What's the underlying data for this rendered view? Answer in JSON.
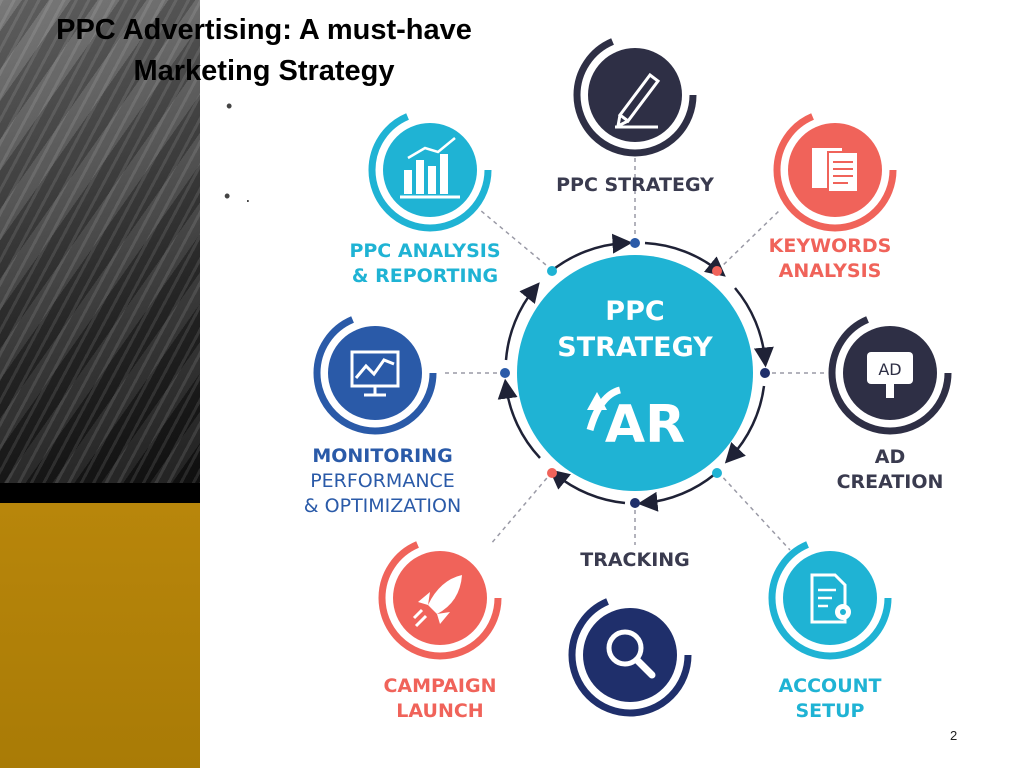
{
  "slide": {
    "title": "PPC Advertising: A must-have Marketing Strategy",
    "page_number": "2",
    "bullets": [
      "",
      "."
    ]
  },
  "center": {
    "title_line1": "PPC",
    "title_line2": "STRATEGY",
    "logo_text": "AR",
    "color": "#1fb3d4"
  },
  "nodes": [
    {
      "id": "ppc-strategy",
      "label_lines": [
        "PPC STRATEGY"
      ],
      "icon": "pencil-icon",
      "color": "#2e2f45",
      "label_color": "#3a3b4f"
    },
    {
      "id": "keywords-analysis",
      "label_lines": [
        "KEYWORDS",
        "ANALYSIS"
      ],
      "icon": "document-icon",
      "color": "#f0635a",
      "label_color": "#f0635a"
    },
    {
      "id": "ad-creation",
      "label_lines": [
        "AD",
        "CREATION"
      ],
      "icon": "ad-sign-icon",
      "color": "#2e2f45",
      "label_color": "#3a3b4f"
    },
    {
      "id": "account-setup",
      "label_lines": [
        "ACCOUNT",
        "SETUP"
      ],
      "icon": "file-gear-icon",
      "color": "#1fb3d4",
      "label_color": "#1fb3d4"
    },
    {
      "id": "tracking",
      "label_lines": [
        "TRACKING"
      ],
      "icon": "magnifier-icon",
      "color": "#1f2f6b",
      "label_color": "#3a3b4f"
    },
    {
      "id": "campaign-launch",
      "label_lines": [
        "CAMPAIGN",
        "LAUNCH"
      ],
      "icon": "rocket-icon",
      "color": "#f0635a",
      "label_color": "#f0635a"
    },
    {
      "id": "monitoring",
      "label_lines": [
        "MONITORING",
        "PERFORMANCE",
        "& OPTIMIZATION"
      ],
      "icon": "monitor-chart-icon",
      "color": "#2a5aa8",
      "label_color": "#2a5aa8"
    },
    {
      "id": "ppc-analysis",
      "label_lines": [
        "PPC ANALYSIS",
        "& REPORTING"
      ],
      "icon": "bar-chart-icon",
      "color": "#1fb3d4",
      "label_color": "#1fb3d4"
    }
  ]
}
